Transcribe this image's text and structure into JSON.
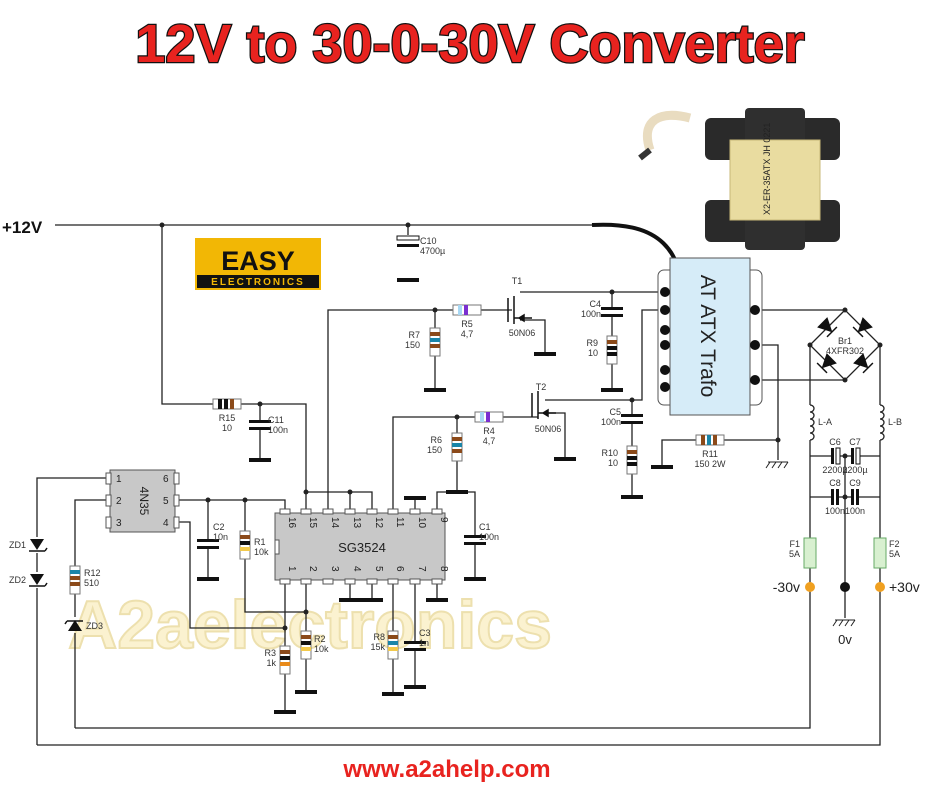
{
  "title": "12V to 30-0-30V Converter",
  "footer_url": "www.a2ahelp.com",
  "watermark": "A2aelectronics",
  "logo": {
    "line1": "EASY",
    "line2": "ELECTRONICS"
  },
  "photo_marking": "X2-ER-35ATX JH 0221",
  "terminals": {
    "vin": "+12V",
    "neg": "-30v",
    "pos": "+30v",
    "gnd": "0v"
  },
  "transformer_label": "AT ATX Trafo",
  "ics": {
    "U1": {
      "name": "4N35",
      "pins_left": [
        "1",
        "2",
        "3"
      ],
      "pins_right": [
        "6",
        "5",
        "4"
      ]
    },
    "U2": {
      "name": "SG3524",
      "pins_top": [
        "16",
        "15",
        "14",
        "13",
        "12",
        "11",
        "10",
        "9"
      ],
      "pins_bottom": [
        "1",
        "2",
        "3",
        "4",
        "5",
        "6",
        "7",
        "8"
      ]
    }
  },
  "components": {
    "R15": {
      "ref": "R15",
      "value": "10"
    },
    "R7": {
      "ref": "R7",
      "value": "150"
    },
    "R5": {
      "ref": "R5",
      "value": "4,7"
    },
    "R6": {
      "ref": "R6",
      "value": "150"
    },
    "R4": {
      "ref": "R4",
      "value": "4,7"
    },
    "R9": {
      "ref": "R9",
      "value": "10"
    },
    "R10": {
      "ref": "R10",
      "value": "10"
    },
    "R11": {
      "ref": "R11",
      "value": "150 2W"
    },
    "R12": {
      "ref": "R12",
      "value": "510"
    },
    "R1": {
      "ref": "R1",
      "value": "10k"
    },
    "R2": {
      "ref": "R2",
      "value": "10k"
    },
    "R3": {
      "ref": "R3",
      "value": "1k"
    },
    "R8": {
      "ref": "R8",
      "value": "15k"
    },
    "C10": {
      "ref": "C10",
      "value": "4700µ"
    },
    "C11": {
      "ref": "C11",
      "value": "100n"
    },
    "C4": {
      "ref": "C4",
      "value": "100n"
    },
    "C5": {
      "ref": "C5",
      "value": "100n"
    },
    "C2": {
      "ref": "C2",
      "value": "10n"
    },
    "C1": {
      "ref": "C1",
      "value": "100n"
    },
    "C3": {
      "ref": "C3",
      "value": "1n"
    },
    "C6": {
      "ref": "C6",
      "value": "2200µ"
    },
    "C7": {
      "ref": "C7",
      "value": "2200µ"
    },
    "C8": {
      "ref": "C8",
      "value": "100n"
    },
    "C9": {
      "ref": "C9",
      "value": "100n"
    },
    "F1": {
      "ref": "F1",
      "value": "5A"
    },
    "F2": {
      "ref": "F2",
      "value": "5A"
    },
    "T1": {
      "ref": "T1",
      "value": "50N06"
    },
    "T2": {
      "ref": "T2",
      "value": "50N06"
    },
    "Br1": {
      "ref": "Br1",
      "value": "4XFR302"
    },
    "LA": {
      "ref": "L-A"
    },
    "LB": {
      "ref": "L-B"
    },
    "ZD1": {
      "ref": "ZD1"
    },
    "ZD2": {
      "ref": "ZD2"
    },
    "ZD3": {
      "ref": "ZD3"
    }
  },
  "colors": {
    "title": "#e8231f",
    "fuse": "#d8f0d0",
    "trafo": "#d6ecf8",
    "terminal": "#f0a020",
    "logo": "#f2b705"
  }
}
